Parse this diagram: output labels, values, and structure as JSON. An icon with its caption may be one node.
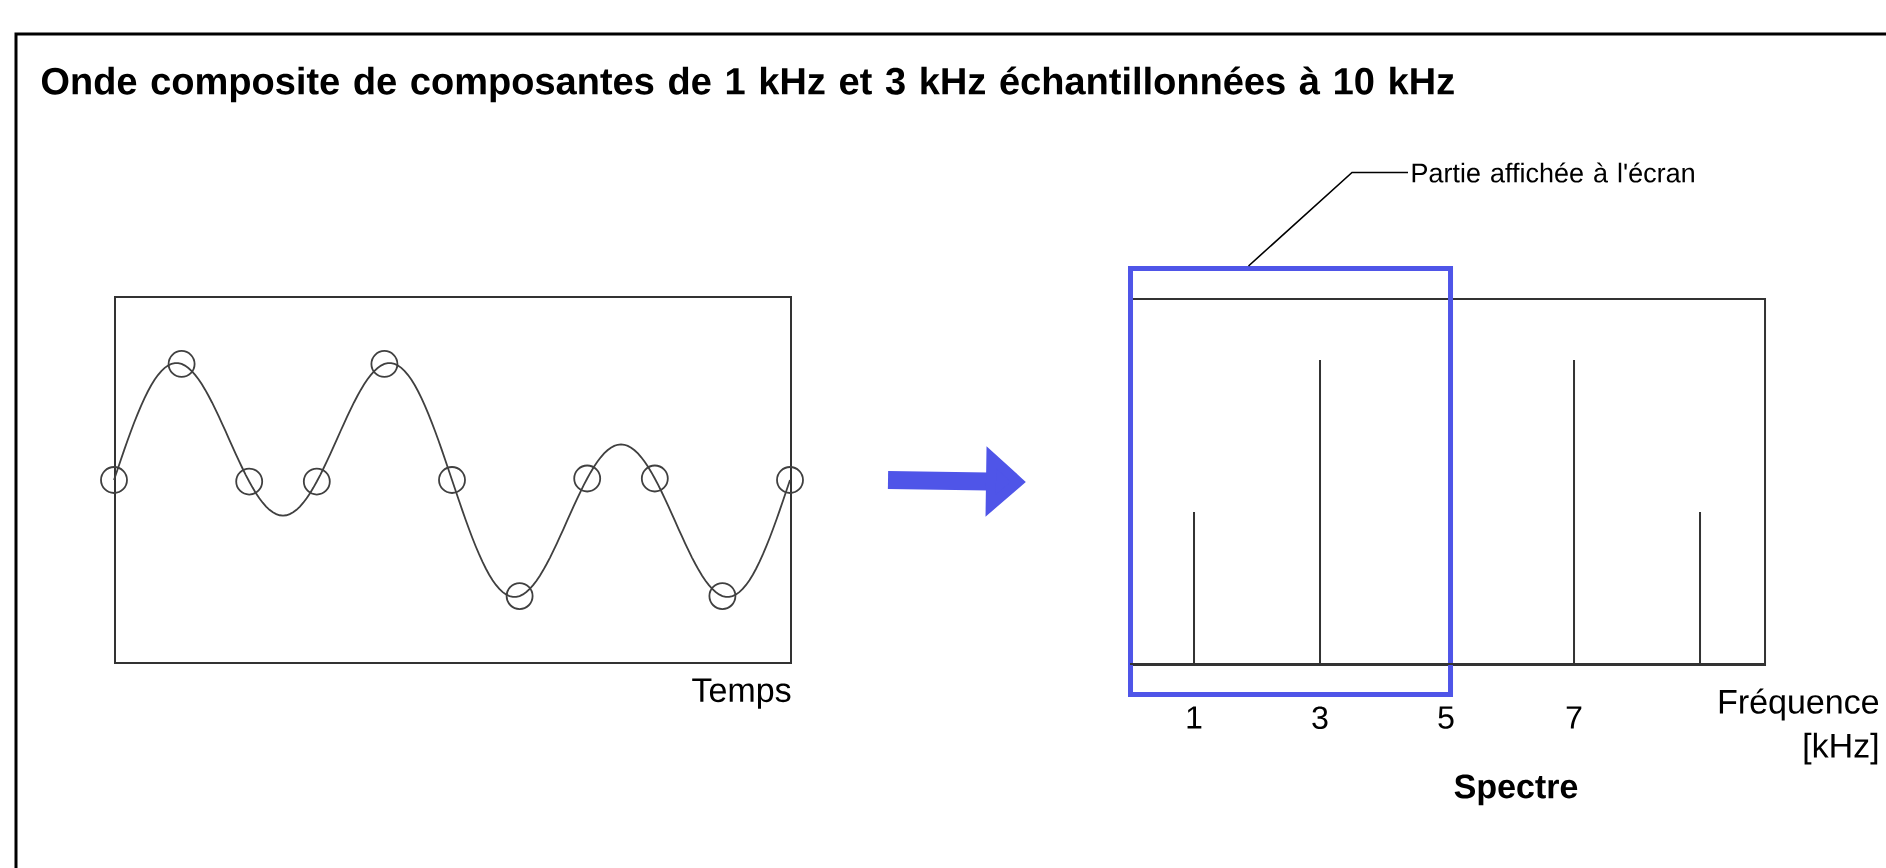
{
  "diagram": {
    "title": "Onde composite de composantes de 1 kHz et 3 kHz échantillonnées à 10 kHz",
    "nodes": [
      {
        "text": [],
        "shape": "picture",
        "beside": [
          "Temps"
        ]
      },
      {
        "text": [],
        "shape": "picture",
        "beside": [
          "Spectre"
        ]
      },
      {
        "text": [
          "Partie affichée à l'écran"
        ]
      },
      {
        "text": [],
        "shape": "box"
      }
    ],
    "edges": [
      {
        "from": 0,
        "to": 1,
        "arrow": "to",
        "style": "thick",
        "color": "#4f55e8"
      },
      {
        "from": 2,
        "to": 3,
        "arrow": "none",
        "color": "#000000"
      }
    ],
    "labels": [
      "1",
      "3",
      "5",
      "7",
      "Fréquence [kHz]"
    ]
  }
}
